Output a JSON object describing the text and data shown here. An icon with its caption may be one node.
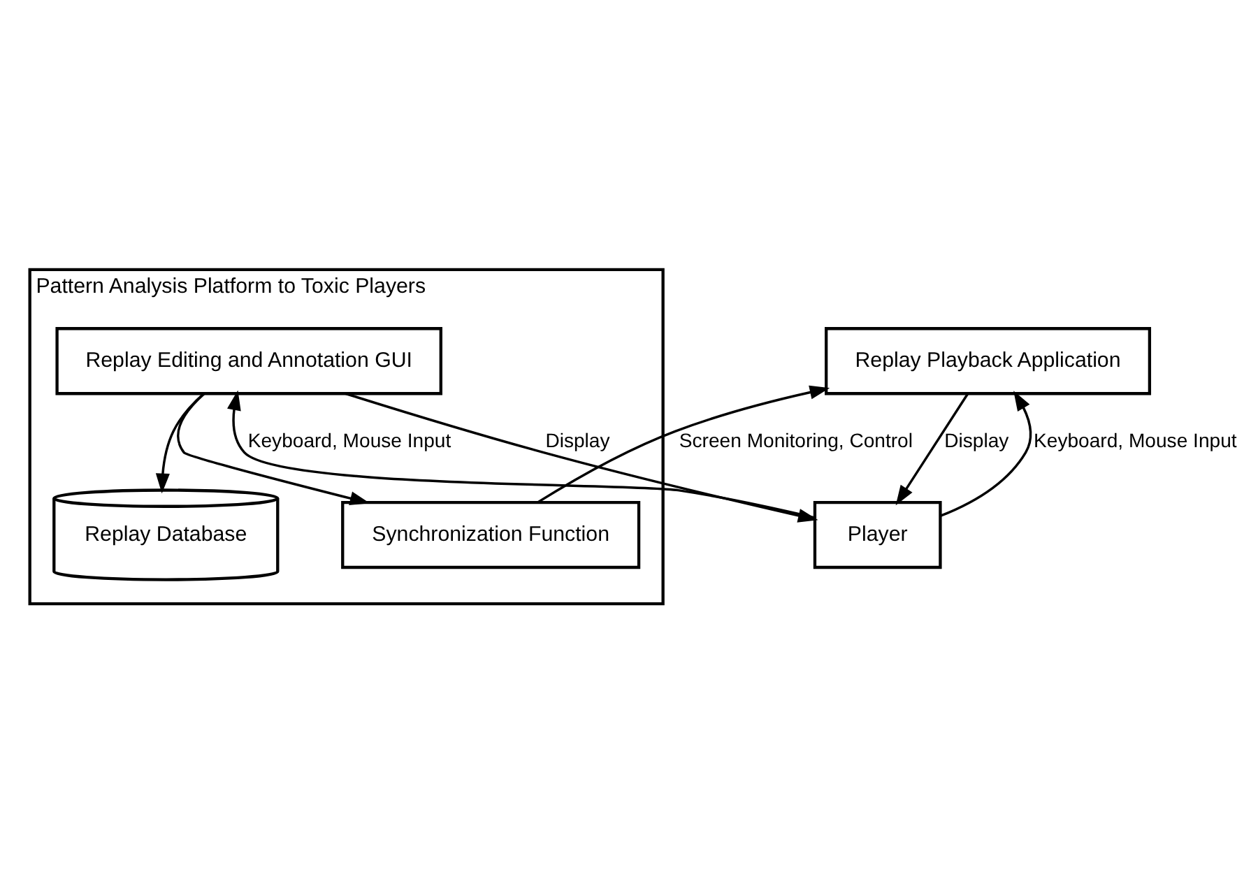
{
  "diagram": {
    "nodes": [
      {
        "text": [
          "Pattern Analysis Platform to Toxic Players"
        ]
      },
      {
        "text": [
          "Replay Database"
        ],
        "in": 0
      },
      {
        "text": [
          "Synchronization Function"
        ],
        "in": 0
      },
      {
        "text": [
          "Replay Editing and Annotation GUI"
        ],
        "in": 0
      },
      {
        "text": [
          "Replay Playback Application"
        ]
      },
      {
        "text": [
          "Player"
        ]
      }
    ],
    "edges": [
      {
        "from": 3,
        "to": 1,
        "arrow": "to"
      },
      {
        "from": 3,
        "to": 2,
        "arrow": "to"
      },
      {
        "from": 2,
        "to": 4,
        "arrow": "to",
        "label": "Screen Monitoring, Control"
      },
      {
        "from": 3,
        "to": 5,
        "arrow": "to",
        "label": "Display"
      },
      {
        "from": 5,
        "to": 3,
        "arrow": "to",
        "label": "Keyboard, Mouse Input"
      },
      {
        "from": 4,
        "to": 5,
        "arrow": "to",
        "label": "Display"
      },
      {
        "from": 5,
        "to": 4,
        "arrow": "to",
        "label": "Keyboard, Mouse Input"
      }
    ]
  }
}
